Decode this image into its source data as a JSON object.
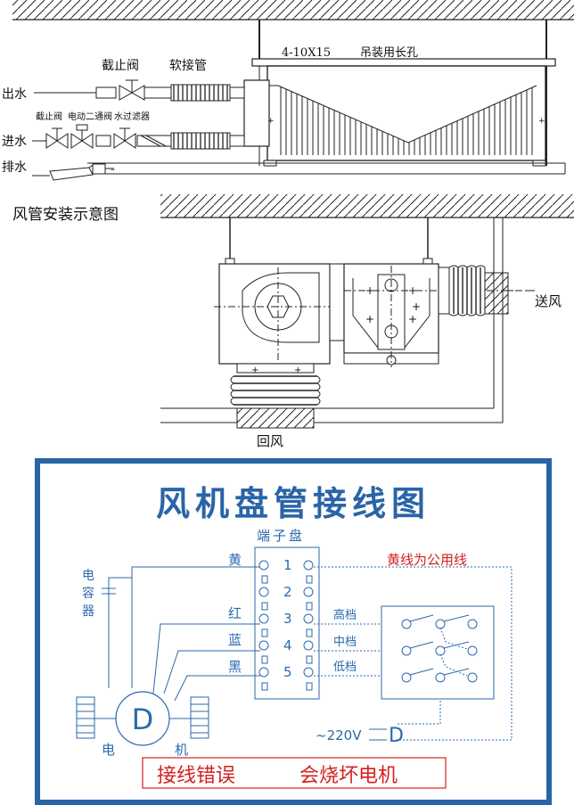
{
  "top_diagram": {
    "labels": {
      "outlet_water": "出水",
      "inlet_water": "进水",
      "drain": "排水",
      "stop_valve_top": "截止阀",
      "flex_hose": "软接管",
      "stop_valve_small": "截止阀",
      "electric_valve": "电动二通阀",
      "water_filter": "水过滤器",
      "hanging_holes": "4-10X15",
      "hanging_holes_desc": "吊装用长孔"
    }
  },
  "duct_diagram": {
    "title": "风管安装示意图",
    "supply_air": "送风",
    "return_air": "回风"
  },
  "wiring_diagram": {
    "title": "风机盘管接线图",
    "terminal_block": "端子盘",
    "common_wire_note": "黄线为公用线",
    "capacitor_label": [
      "电",
      "容",
      "器"
    ],
    "motor_letter": "D",
    "motor_label_left": "电",
    "motor_label_right": "机",
    "wires": [
      {
        "color_name": "黄",
        "terminal": "1"
      },
      {
        "color_name": "",
        "terminal": "2"
      },
      {
        "color_name": "红",
        "terminal": "3",
        "speed": "高档"
      },
      {
        "color_name": "蓝",
        "terminal": "4",
        "speed": "中档"
      },
      {
        "color_name": "黑",
        "terminal": "5",
        "speed": "低档"
      }
    ],
    "power_label": "~220V",
    "plug_letter": "D",
    "warning_left": "接线错误",
    "warning_right": "会烧坏电机",
    "colors": {
      "frame": "#2a64a8",
      "text_blue": "#2a6aad",
      "note_red": "#d42020"
    }
  }
}
